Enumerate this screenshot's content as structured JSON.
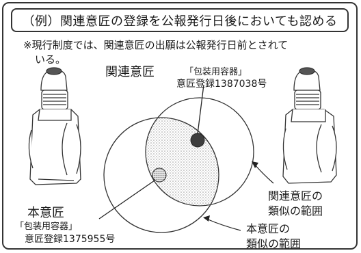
{
  "title": "（例）関連意匠の登録を公報発行日後においても認める",
  "note": {
    "line1": "※現行制度では、関連意匠の出願は公報発行日前とされて",
    "line2": "いる。"
  },
  "related_design": {
    "name": "関連意匠",
    "product": "「包装用容器」",
    "registration": "意匠登録1387038号",
    "range_label_line1": "関連意匠の",
    "range_label_line2": "類似の範囲"
  },
  "principal_design": {
    "name": "本意匠",
    "product": "「包装用容器」",
    "registration": "意匠登録1375955号",
    "range_label_line1": "本意匠の",
    "range_label_line2": "類似の範囲"
  },
  "colors": {
    "line": "#333333",
    "related_dot": "#444444",
    "principal_dot": "#9a9a9a",
    "overlap_shade": "#cfcfcf"
  },
  "icons": [
    "bottle-left-icon",
    "bottle-right-icon"
  ]
}
